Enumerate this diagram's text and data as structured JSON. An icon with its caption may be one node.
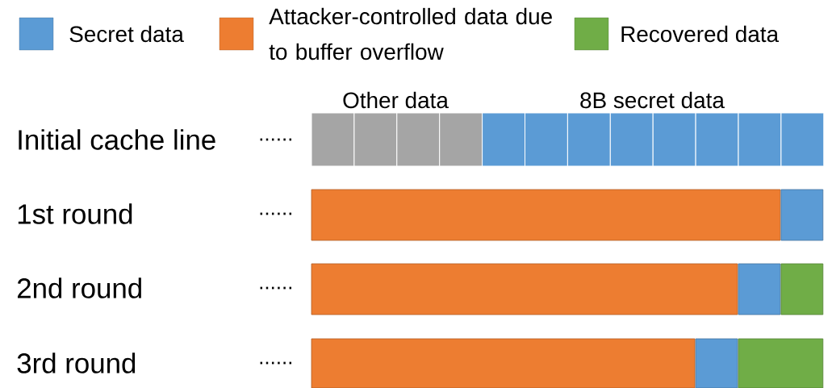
{
  "diagram": {
    "labels": [
      "Other data",
      "8B secret data",
      "Initial cache line",
      "......",
      "1st round",
      "......",
      "2nd round",
      "......",
      "3rd round",
      "......"
    ],
    "legend": [
      {
        "text": "Secret data",
        "color": "#5b9bd5"
      },
      {
        "text": "Attacker-controlled data due to buffer overflow",
        "color": "#ed7d31"
      },
      {
        "text": "Recovered data",
        "color": "#70ad47"
      }
    ]
  }
}
